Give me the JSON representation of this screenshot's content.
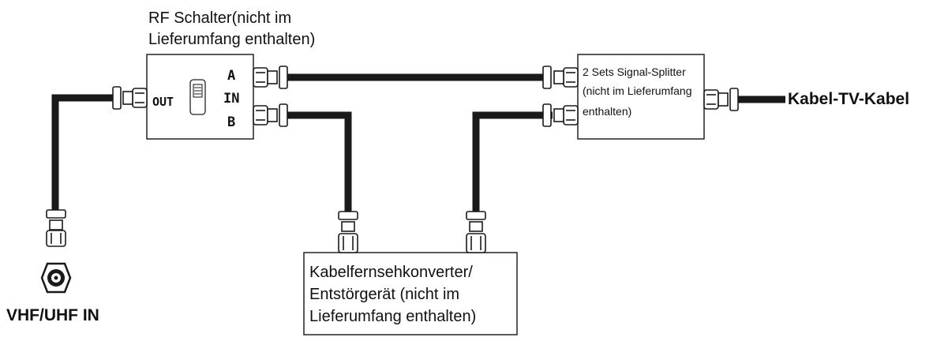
{
  "rf_switch": {
    "label_line1": "RF Schalter(nicht im",
    "label_line2": "Lieferumfang enthalten)",
    "port_out": "OUT",
    "port_a": "A",
    "port_in": "IN",
    "port_b": "B"
  },
  "splitter": {
    "label_line1": "2 Sets Signal-Splitter",
    "label_line2": "(nicht im Lieferumfang",
    "label_line3": "enthalten)"
  },
  "cable_tv": {
    "label": "Kabel-TV-Kabel"
  },
  "converter": {
    "label_line1": "Kabelfernsehkonverter/",
    "label_line2": "Entstörgerät (nicht im",
    "label_line3": "Lieferumfang enthalten)"
  },
  "vhf_uhf": {
    "label": "VHF/UHF IN"
  },
  "colors": {
    "cable": "#1a1a1a",
    "box_stroke": "#222222",
    "connector_fill": "#ffffff"
  }
}
